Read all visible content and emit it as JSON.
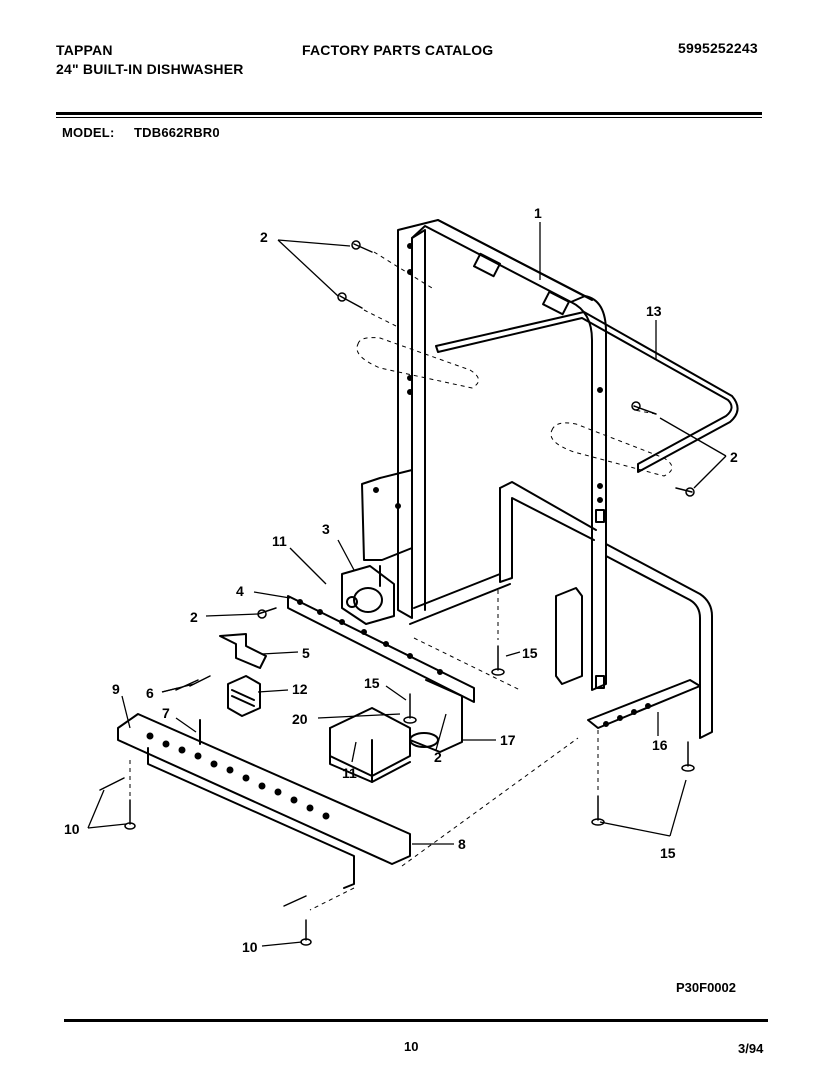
{
  "header": {
    "brand": "TAPPAN",
    "product": "24\" BUILT-IN DISHWASHER",
    "catalog_title": "FACTORY PARTS CATALOG",
    "catalog_number": "5995252243",
    "model_label": "MODEL:",
    "model_number": "TDB662RBR0"
  },
  "diagram": {
    "callouts": [
      {
        "id": "c1",
        "text": "1"
      },
      {
        "id": "c2a",
        "text": "2"
      },
      {
        "id": "c13",
        "text": "13"
      },
      {
        "id": "c2b",
        "text": "2"
      },
      {
        "id": "c11a",
        "text": "11"
      },
      {
        "id": "c3",
        "text": "3"
      },
      {
        "id": "c4",
        "text": "4"
      },
      {
        "id": "c2c",
        "text": "2"
      },
      {
        "id": "c5",
        "text": "5"
      },
      {
        "id": "c15a",
        "text": "15"
      },
      {
        "id": "c9",
        "text": "9"
      },
      {
        "id": "c6",
        "text": "6"
      },
      {
        "id": "c12",
        "text": "12"
      },
      {
        "id": "c15b",
        "text": "15"
      },
      {
        "id": "c7",
        "text": "7"
      },
      {
        "id": "c20",
        "text": "20"
      },
      {
        "id": "c17",
        "text": "17"
      },
      {
        "id": "c16",
        "text": "16"
      },
      {
        "id": "c11b",
        "text": "11"
      },
      {
        "id": "c2d",
        "text": "2"
      },
      {
        "id": "c10a",
        "text": "10"
      },
      {
        "id": "c8",
        "text": "8"
      },
      {
        "id": "c15c",
        "text": "15"
      },
      {
        "id": "c10b",
        "text": "10"
      }
    ],
    "figure_code": "P30F0002"
  },
  "footer": {
    "page_number": "10",
    "date": "3/94"
  }
}
